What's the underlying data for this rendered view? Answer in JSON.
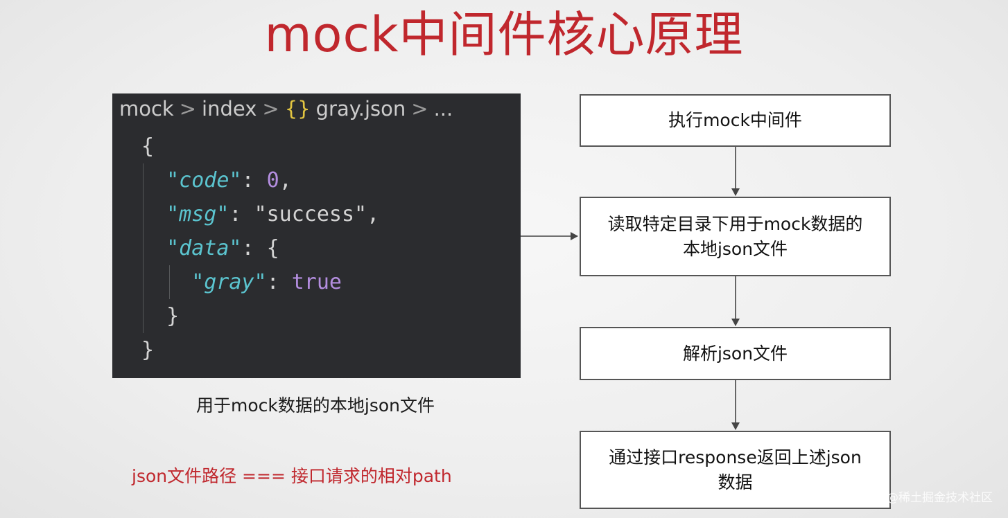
{
  "title": "mock中间件核心原理",
  "editor": {
    "breadcrumb": [
      "mock",
      "index",
      "gray.json",
      "..."
    ],
    "braces_icon": "{}",
    "json": {
      "open": "{",
      "code_key": "\"code\"",
      "code_val": "0",
      "msg_key": "\"msg\"",
      "msg_val": "\"success\"",
      "data_key": "\"data\"",
      "data_open": "{",
      "gray_key": "\"gray\"",
      "gray_val": "true",
      "data_close": "}",
      "close": "}"
    }
  },
  "caption": "用于mock数据的本地json文件",
  "red_note": "json文件路径 === 接口请求的相对path",
  "flow": {
    "steps": [
      "执行mock中间件",
      "读取特定目录下用于mock数据的本地json文件",
      "解析json文件",
      "通过接口response返回上述json数据"
    ]
  },
  "watermark": "@稀土掘金技术社区",
  "colors": {
    "title": "#c0272d",
    "editor_bg": "#2b2c2f",
    "key": "#5bc4cf",
    "literal": "#b48ee0",
    "braces_icon": "#e2c541"
  }
}
